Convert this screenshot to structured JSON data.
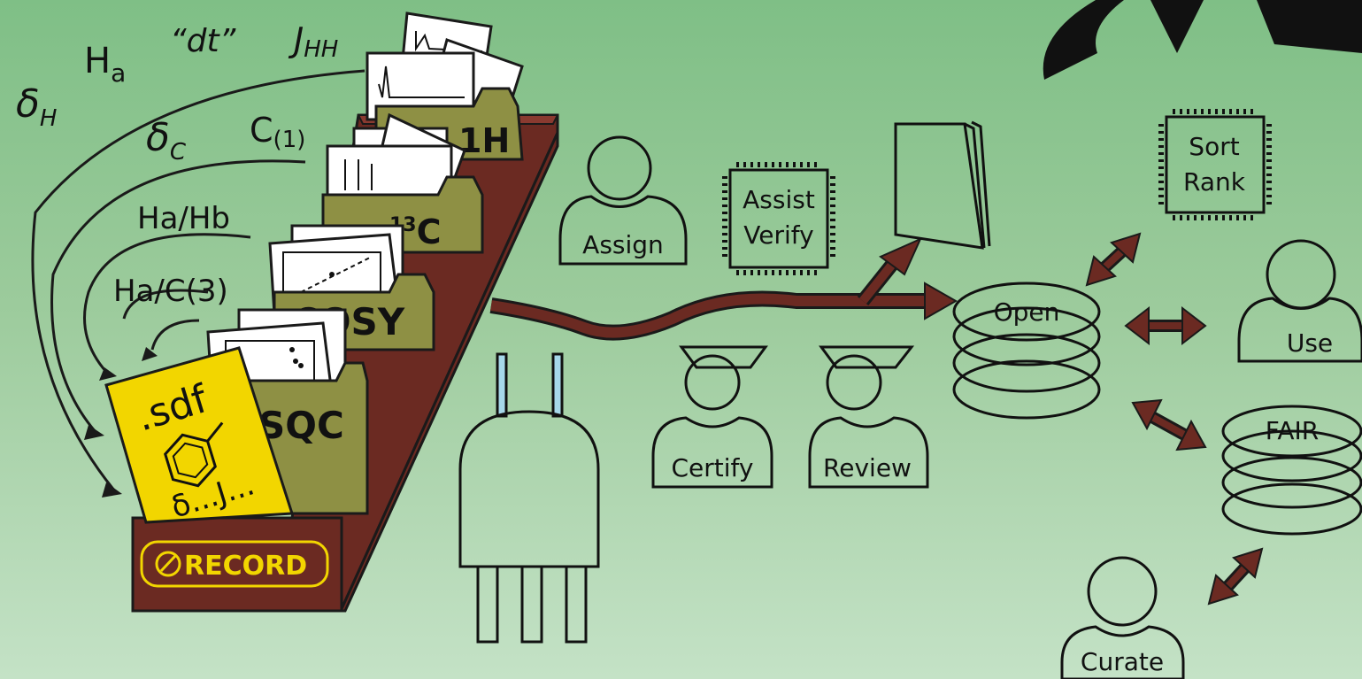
{
  "labels": {
    "delta_h": "δ",
    "delta_h_sub": "H",
    "ha": "H",
    "ha_sub": "a",
    "dt": "“dt”",
    "jhh": "J",
    "jhh_sub": "HH",
    "delta_c": "δ",
    "delta_c_sub": "C",
    "c1": "C",
    "c1_sub": "(1)",
    "hahb": "Ha/Hb",
    "hac3": "Ha/C(3)"
  },
  "folders": {
    "h1": "1H",
    "c13_sup": "13",
    "c13": "C",
    "cosy": "COSY",
    "sqc": "SQC"
  },
  "sdf_card": {
    "title": ".sdf",
    "params": "δ...J..."
  },
  "record_badge": "RECORD",
  "actors": {
    "assign": "Assign",
    "certify": "Certify",
    "review": "Review",
    "use": "Use",
    "curate": "Curate"
  },
  "chips": {
    "assist_verify_1": "Assist",
    "assist_verify_2": "Verify",
    "sort_rank_1": "Sort",
    "sort_rank_2": "Rank"
  },
  "databases": {
    "open": "Open",
    "fair": "FAIR"
  },
  "colors": {
    "background_top": "#7fbf86",
    "background_bottom": "#c4e2c6",
    "folder": "#8e9044",
    "box": "#6b2a22",
    "sdf_card": "#f2d600",
    "arrow": "#6b2a22"
  }
}
